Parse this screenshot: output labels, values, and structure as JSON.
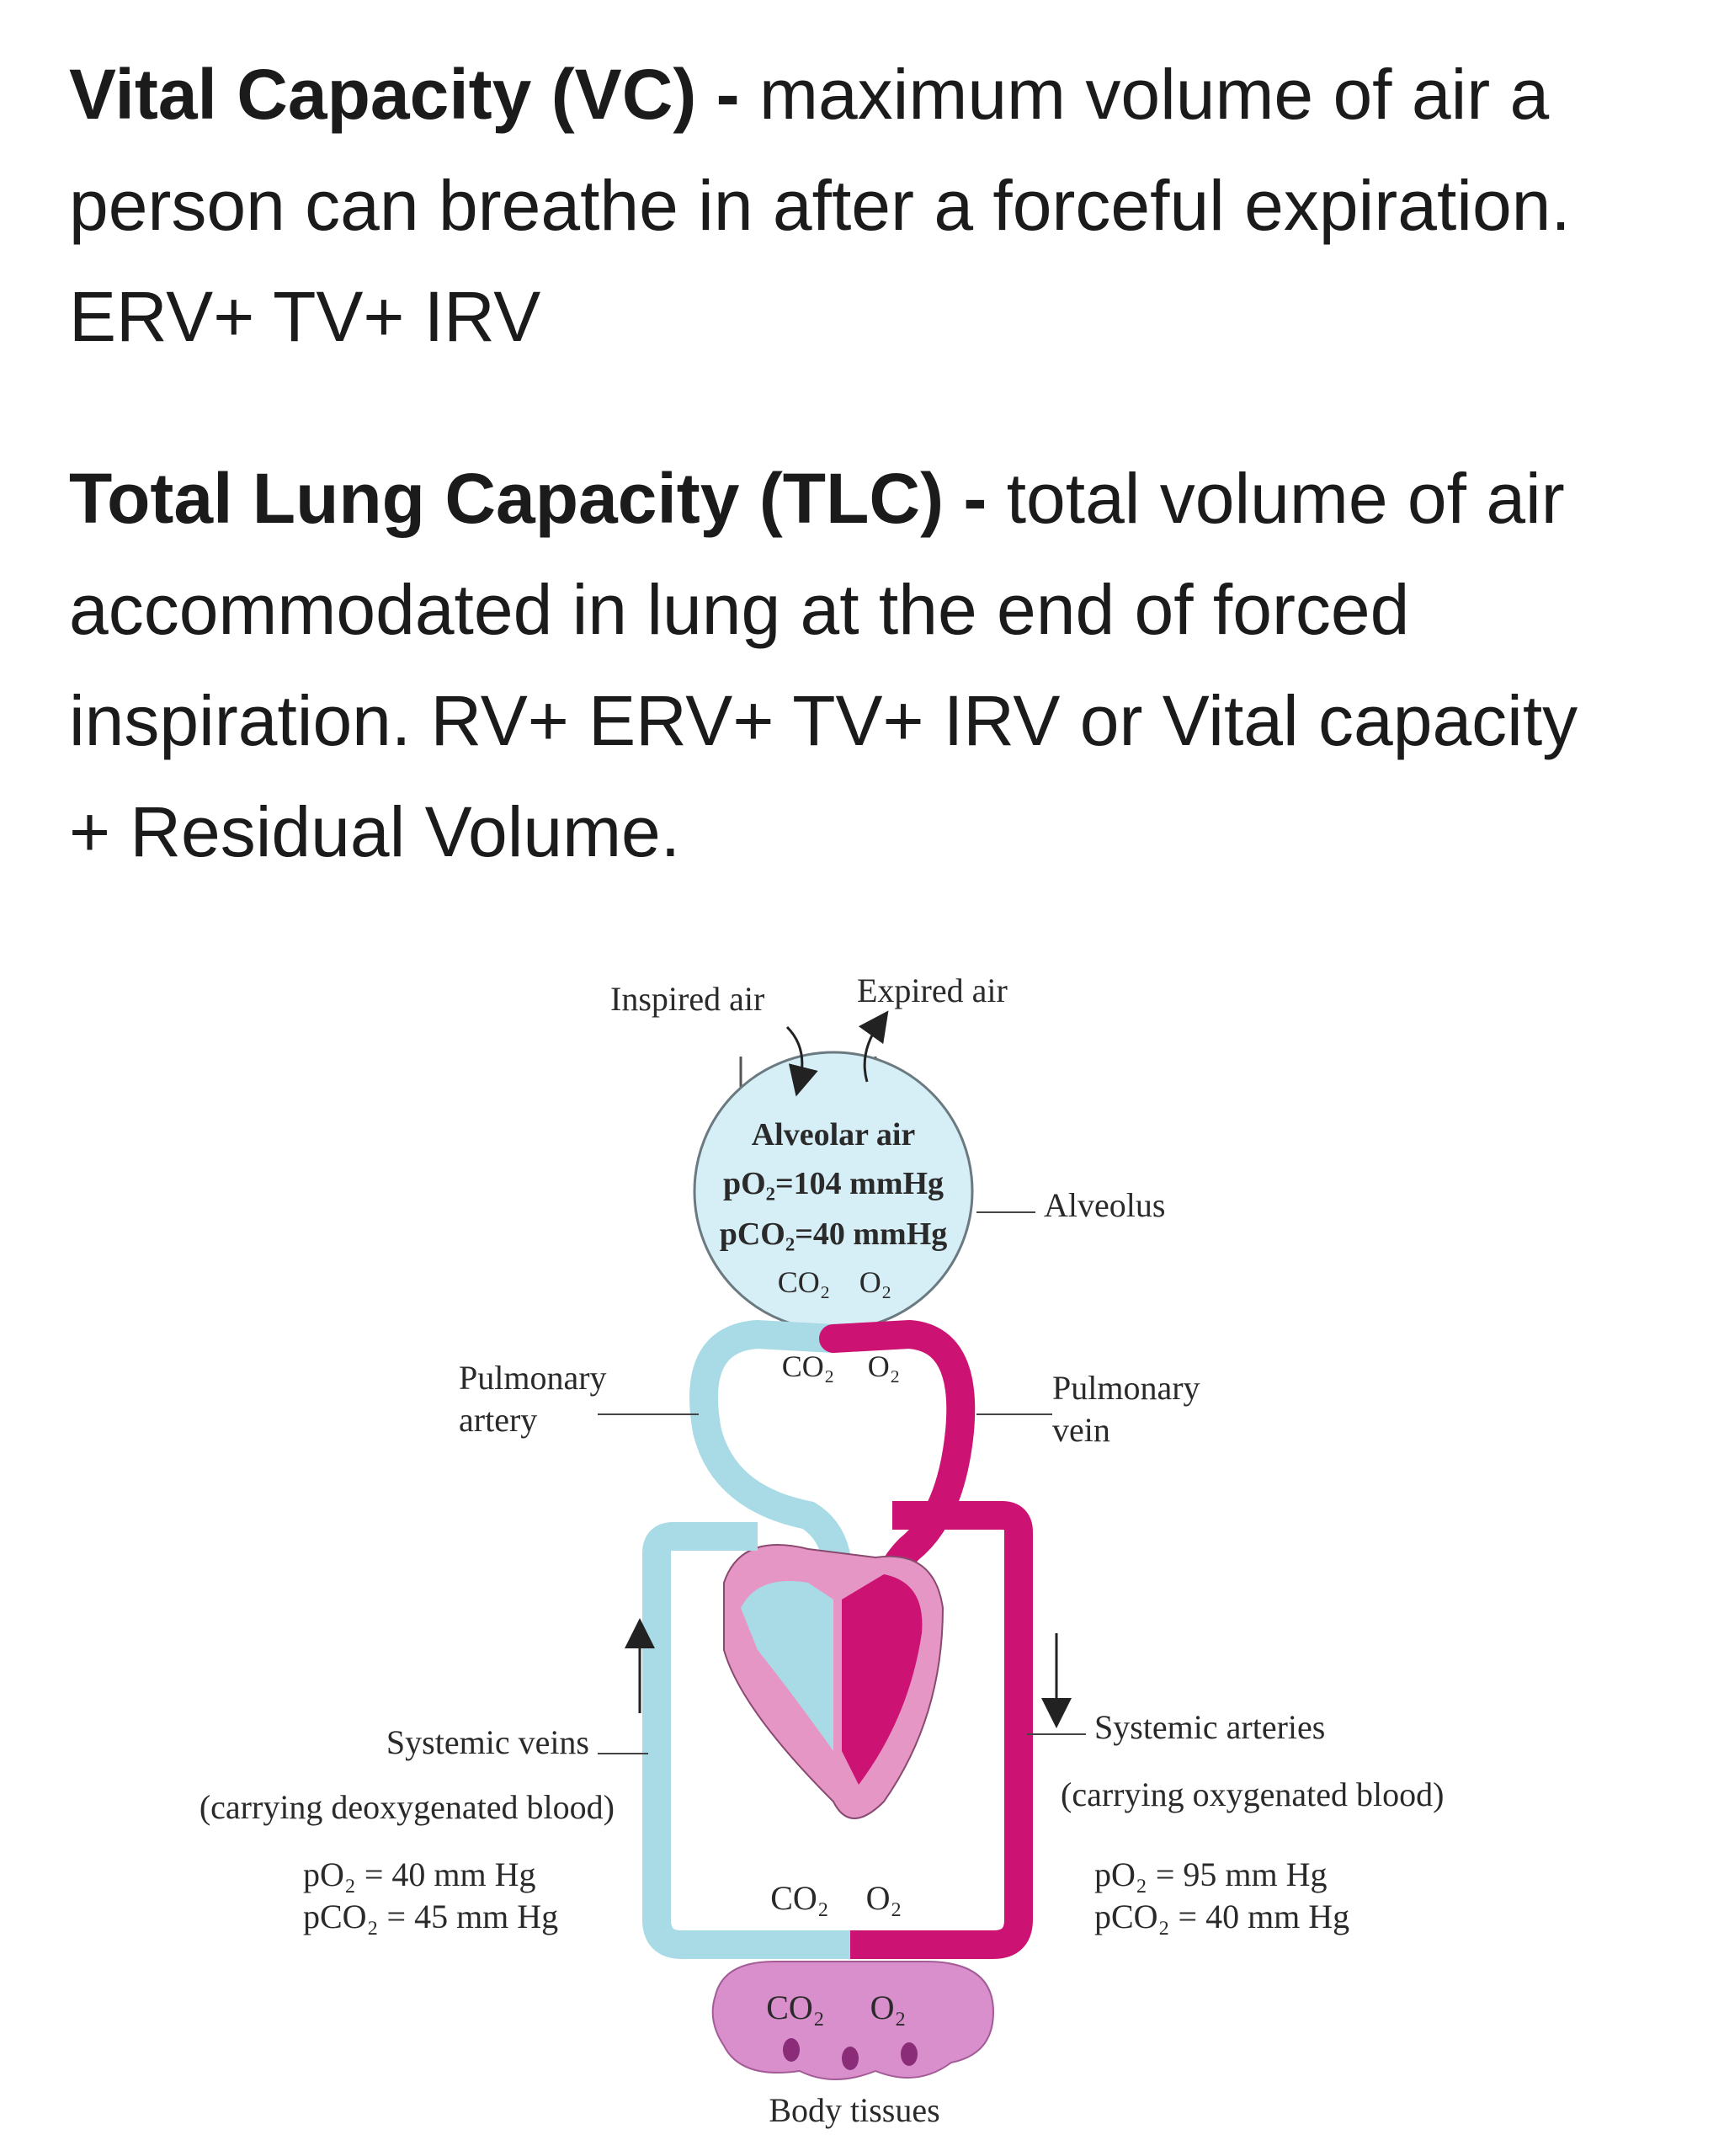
{
  "vital_capacity": {
    "term": "Vital Capacity (VC) -",
    "definition_line1": " maximum volume of air a",
    "definition_line2": "person can breathe in after a forceful expiration.",
    "formula": "ERV+ TV+ IRV"
  },
  "total_lung_capacity": {
    "term": "Total Lung Capacity (TLC) -",
    "definition_line1": " total volume of air",
    "definition_line2": "accommodated in lung at the end of forced",
    "definition_line3": "inspiration. RV+ ERV+ TV+ IRV or Vital capacity",
    "definition_line4": "+ Residual Volume."
  },
  "diagram": {
    "inspired_air": "Inspired air",
    "expired_air": "Expired air",
    "alveolar_air": "Alveolar air",
    "alveolar_po2": "pO₂=104 mmHg",
    "alveolar_pco2": "pCO₂=40 mmHg",
    "alveolus_co2": "CO₂",
    "alveolus_o2": "O₂",
    "alveolus": "Alveolus",
    "capillary_co2": "CO₂",
    "capillary_o2": "O₂",
    "pulmonary_artery_line1": "Pulmonary",
    "pulmonary_artery_line2": "artery",
    "pulmonary_vein_line1": "Pulmonary",
    "pulmonary_vein_line2": "vein",
    "systemic_veins": "Systemic veins",
    "systemic_veins_note": "(carrying deoxygenated blood)",
    "veins_po2": "pO₂  = 40 mm Hg",
    "veins_pco2": "pCO₂ = 45 mm Hg",
    "systemic_arteries": "Systemic arteries",
    "systemic_arteries_note": "(carrying oxygenated blood)",
    "arteries_po2": "pO₂  = 95 mm Hg",
    "arteries_pco2": "pCO₂ = 40 mm Hg",
    "tissue_capillary_co2": "CO₂",
    "tissue_capillary_o2": "O₂",
    "tissue_co2": "CO₂",
    "tissue_o2": "O₂",
    "body_tissues": "Body tissues"
  },
  "colors": {
    "deoxygenated": "#a8dbe6",
    "oxygenated": "#cc1373",
    "heart_pink": "#e596c4",
    "alveolus_fill": "#d6eef5",
    "tissue_fill": "#d98fcc"
  }
}
